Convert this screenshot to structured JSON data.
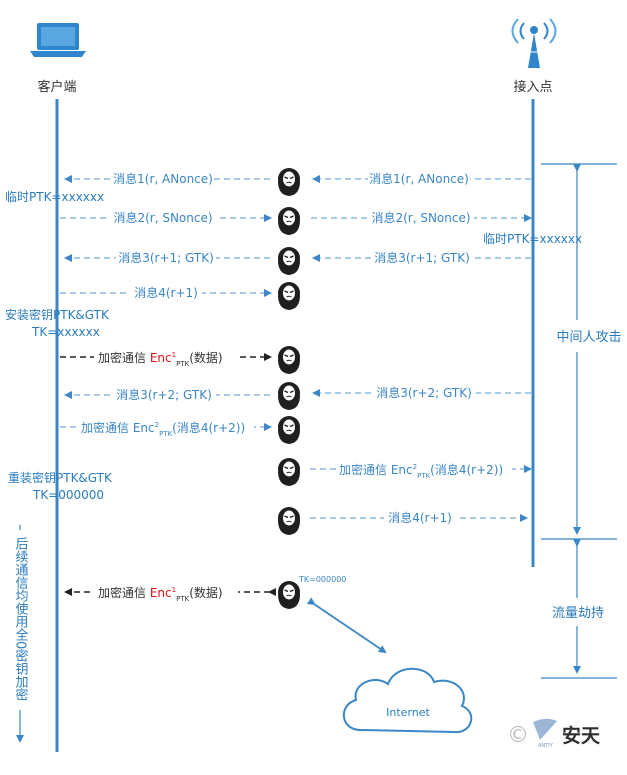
{
  "actors": {
    "client": "客户端",
    "ap": "接入点"
  },
  "messages": {
    "m1_left": "消息1(r, ANonce)",
    "m1_right": "消息1(r, ANonce)",
    "m2_left": "消息2(r, SNonce)",
    "m2_right": "消息2(r, SNonce)",
    "m3_left": "消息3(r+1; GTK)",
    "m3_right": "消息3(r+1; GTK)",
    "m4_left": "消息4(r+1)",
    "enc1_prefix": "加密通信 ",
    "enc1_main": "Enc",
    "enc1_sup": "1",
    "enc1_sub": "PTK",
    "enc1_suffix": "(数据)",
    "m3b_left": "消息3(r+2; GTK)",
    "m3b_right": "消息3(r+2; GTK)",
    "enc2_prefix": "加密通信 Enc",
    "enc2_sup": "2",
    "enc2_sub": "PTK",
    "enc2_suffix": "(消息4(r+2))",
    "m4b_right": "消息4(r+1)",
    "enc3_prefix": "加密通信 ",
    "enc3_main": "Enc",
    "enc3_sup": "1",
    "enc3_sub": "PTK",
    "enc3_suffix": "(数据)"
  },
  "notes": {
    "client_ptk": "临时PTK=xxxxxx",
    "ap_ptk": "临时PTK=xxxxxx",
    "install_line1": "安装密钥PTK&GTK",
    "install_line2": "TK=xxxxxx",
    "reinstall_line1": "重装密钥PTK&GTK",
    "reinstall_line2": "TK=000000",
    "attacker_tk": "TK=000000",
    "followup": "后续通信均使用全0密钥加密"
  },
  "phases": {
    "mitm": "中间人攻击",
    "hijack": "流量劫持"
  },
  "internet": "Internet",
  "logo": {
    "symbol": "©",
    "text": "安天",
    "tag": "ANTIY"
  },
  "colors": {
    "line": "#3b86c6",
    "dash": "#8ab9e2",
    "red": "#e0101a",
    "hacker": "#1f1f1f"
  }
}
